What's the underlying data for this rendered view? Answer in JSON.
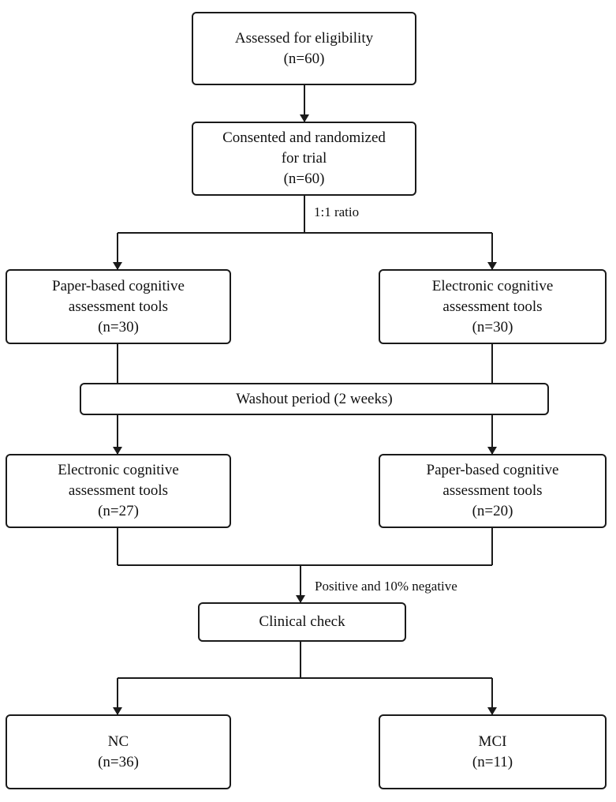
{
  "nodes": {
    "eligibility": {
      "lines": [
        "Assessed for eligibility",
        "(n=60)"
      ]
    },
    "randomized": {
      "lines": [
        "Consented and randomized",
        "for trial",
        "(n=60)"
      ]
    },
    "paper_first": {
      "lines": [
        "Paper-based cognitive",
        "assessment tools",
        "(n=30)"
      ]
    },
    "electronic_first": {
      "lines": [
        "Electronic cognitive",
        "assessment tools",
        "(n=30)"
      ]
    },
    "washout": {
      "lines": [
        "Washout period (2 weeks)"
      ]
    },
    "electronic_second": {
      "lines": [
        "Electronic cognitive",
        "assessment tools",
        "(n=27)"
      ]
    },
    "paper_second": {
      "lines": [
        "Paper-based cognitive",
        "assessment tools",
        "(n=20)"
      ]
    },
    "clinical_check": {
      "lines": [
        "Clinical check"
      ]
    },
    "nc": {
      "lines": [
        "NC",
        "(n=36)"
      ]
    },
    "mci": {
      "lines": [
        "MCI",
        "(n=11)"
      ]
    }
  },
  "edge_labels": {
    "ratio": "1:1 ratio",
    "positive": "Positive and 10% negative"
  }
}
